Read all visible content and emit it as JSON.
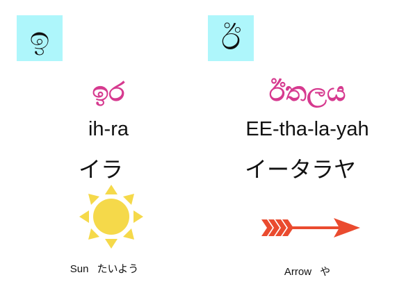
{
  "colors": {
    "letter_box_bg": "#aef6fb",
    "word": "#d63a8f",
    "sun_body": "#f5d94a",
    "sun_rays": "#f5d94a",
    "arrow": "#ea4b2f"
  },
  "cards": [
    {
      "letter": "ඉ",
      "word": "ඉර",
      "romanization": "ih-ra",
      "katakana": "イラ",
      "picture_icon": "sun-icon",
      "caption_en": "Sun",
      "caption_ja": "たいよう"
    },
    {
      "letter": "ඊ",
      "word": "ඊතලය",
      "romanization": "EE-tha-la-yah",
      "katakana": "イータラヤ",
      "picture_icon": "arrow-icon",
      "caption_en": "Arrow",
      "caption_ja": "や"
    }
  ]
}
